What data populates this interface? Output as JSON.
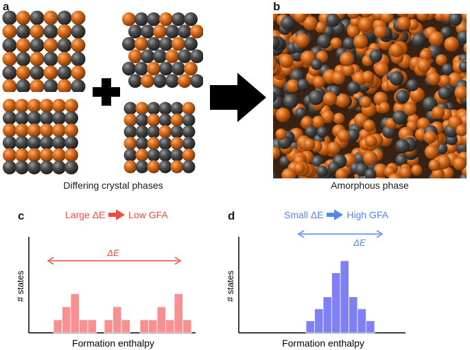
{
  "panels": {
    "a": {
      "label": "a",
      "caption": "Differing crystal phases"
    },
    "b": {
      "label": "b",
      "caption": "Amorphous phase"
    },
    "c": {
      "label": "c",
      "headline_left": "Large ΔE",
      "headline_right": "Low GFA",
      "span_label": "ΔE",
      "xlabel": "Formation enthalpy",
      "ylabel": "# states",
      "color": "#f24a3a",
      "bar_color": "#f79090"
    },
    "d": {
      "label": "d",
      "headline_left": "Small ΔE",
      "headline_right": "High GFA",
      "span_label": "ΔE",
      "xlabel": "Formation enthalpy",
      "ylabel": "# states",
      "color": "#4f86f7",
      "bar_color": "#8080f5"
    }
  },
  "colors": {
    "orange_atom": "#d76a1a",
    "gray_atom": "#4a4a4a",
    "arrow": "#000000"
  },
  "chart_data": [
    {
      "type": "bar",
      "panel": "c",
      "title": "",
      "xlabel": "Formation enthalpy",
      "ylabel": "# states",
      "groups": [
        {
          "values": [
            1,
            2,
            3,
            1,
            1
          ]
        },
        {
          "values": [
            1,
            2,
            1
          ]
        },
        {
          "values": [
            1,
            1,
            2,
            1,
            3,
            1
          ]
        }
      ]
    },
    {
      "type": "bar",
      "panel": "d",
      "title": "",
      "xlabel": "Formation enthalpy",
      "ylabel": "# states",
      "values": [
        1,
        2,
        3,
        5,
        6,
        3,
        2,
        1
      ]
    }
  ]
}
